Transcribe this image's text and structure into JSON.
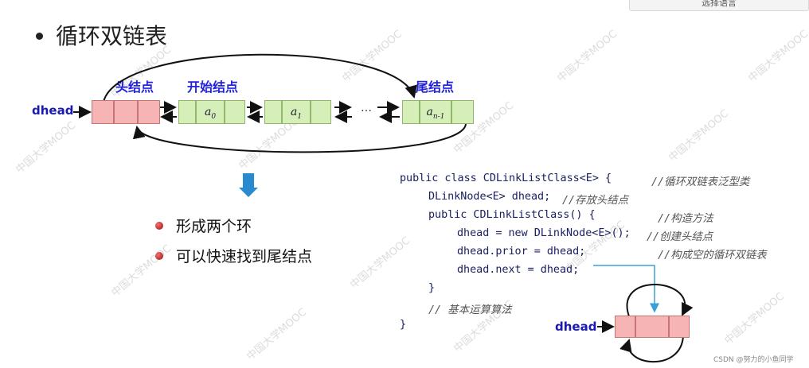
{
  "top_button": "选择语言",
  "title": "循环双链表",
  "diagram": {
    "head_label": "头结点",
    "start_label": "开始结点",
    "tail_label": "尾结点",
    "pointer_label": "dhead",
    "node_a0": "a",
    "node_a0_sub": "0",
    "node_a1": "a",
    "node_a1_sub": "1",
    "ellipsis": "…",
    "node_an": "a",
    "node_an_sub": "n-1"
  },
  "bullets": [
    "形成两个环",
    "可以快速找到尾结点"
  ],
  "code": {
    "line1_code": "public class CDLinkListClass<E> {",
    "line1_comment": "//循环双链表泛型类",
    "line2_code": "DLinkNode<E> dhead;",
    "line2_comment": "//存放头结点",
    "line3_code": "public CDLinkListClass() {",
    "line3_comment": "//构造方法",
    "line4_code": "dhead = new DLinkNode<E>();",
    "line4_comment": "//创建头结点",
    "line5_code": "dhead.prior = dhead;",
    "line5_comment": "//构成空的循环双链表",
    "line6_code": "dhead.next = dhead;",
    "line7_code": "}",
    "line8_comment": "// 基本运算算法",
    "line9_code": "}"
  },
  "small_diagram_label": "dhead",
  "watermark": "中国大学MOOC",
  "csdn_credit": "CSDN @努力的小鱼同学",
  "colors": {
    "head_fill": "#f7b4b4",
    "node_fill": "#d6efb8",
    "label_blue": "#2222dd",
    "arrow_blue": "#3aa0d8"
  }
}
